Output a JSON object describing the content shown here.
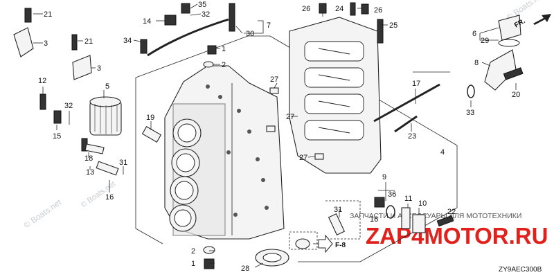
{
  "diagram_code": "ZY9AEC300B",
  "ref_arrow": "F-8",
  "fr_label": "FR.",
  "watermarks": {
    "boats_top": "© Boats.net",
    "boats_left": "© Boats.net",
    "boats_mid": "© Boats.net",
    "ru_line": "ЗАПЧАСТИ И АКСЕССУАРЫ ДЛЯ МОТОТЕХНИКИ",
    "ru_site": "ZAP4MOTOR.RU"
  },
  "callouts": [
    {
      "id": "c21a",
      "text": "21"
    },
    {
      "id": "c3a",
      "text": "3"
    },
    {
      "id": "c35",
      "text": "35"
    },
    {
      "id": "c32a",
      "text": "32"
    },
    {
      "id": "c14",
      "text": "14"
    },
    {
      "id": "c7",
      "text": "7"
    },
    {
      "id": "c30",
      "text": "30"
    },
    {
      "id": "c34",
      "text": "34"
    },
    {
      "id": "c21b",
      "text": "21"
    },
    {
      "id": "c1a",
      "text": "1"
    },
    {
      "id": "c2a",
      "text": "2"
    },
    {
      "id": "c3b",
      "text": "3"
    },
    {
      "id": "c12",
      "text": "12"
    },
    {
      "id": "c5",
      "text": "5"
    },
    {
      "id": "c32b",
      "text": "32"
    },
    {
      "id": "c15",
      "text": "15"
    },
    {
      "id": "c19",
      "text": "19"
    },
    {
      "id": "c18",
      "text": "18"
    },
    {
      "id": "c13",
      "text": "13"
    },
    {
      "id": "c31a",
      "text": "31"
    },
    {
      "id": "c16a",
      "text": "16"
    },
    {
      "id": "c26a",
      "text": "26"
    },
    {
      "id": "c24",
      "text": "24"
    },
    {
      "id": "c26b",
      "text": "26"
    },
    {
      "id": "c25",
      "text": "25"
    },
    {
      "id": "c27a",
      "text": "27"
    },
    {
      "id": "c27b",
      "text": "27"
    },
    {
      "id": "c27c",
      "text": "27"
    },
    {
      "id": "c6",
      "text": "6"
    },
    {
      "id": "c29",
      "text": "29"
    },
    {
      "id": "c8",
      "text": "8"
    },
    {
      "id": "c20",
      "text": "20"
    },
    {
      "id": "c33",
      "text": "33"
    },
    {
      "id": "c17",
      "text": "17"
    },
    {
      "id": "c23",
      "text": "23"
    },
    {
      "id": "c4",
      "text": "4"
    },
    {
      "id": "c9",
      "text": "9"
    },
    {
      "id": "c36",
      "text": "36"
    },
    {
      "id": "c11",
      "text": "11"
    },
    {
      "id": "c10",
      "text": "10"
    },
    {
      "id": "c22",
      "text": "22"
    },
    {
      "id": "c31b",
      "text": "31"
    },
    {
      "id": "c16b",
      "text": "16"
    },
    {
      "id": "c2b",
      "text": "2"
    },
    {
      "id": "c1b",
      "text": "1"
    },
    {
      "id": "c28",
      "text": "28"
    }
  ]
}
